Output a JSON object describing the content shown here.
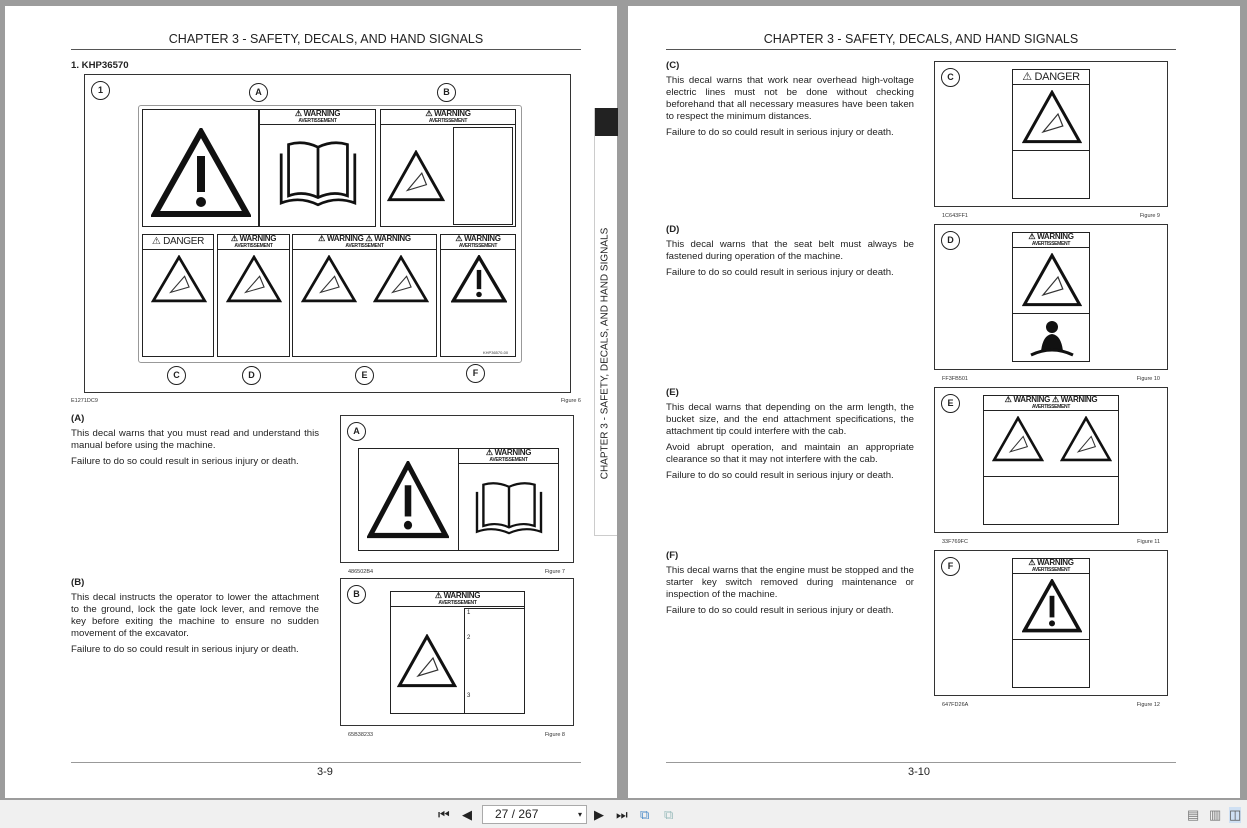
{
  "viewer": {
    "page_indicator": "27 / 267",
    "icons": [
      "first-page-icon",
      "prev-page-icon",
      "next-page-icon",
      "last-page-icon",
      "fit-page-icon",
      "fit-width-icon",
      "single-page-icon",
      "continuous-icon",
      "two-page-icon"
    ]
  },
  "left_page": {
    "header": "CHAPTER 3 - SAFETY, DECALS, AND HAND SIGNALS",
    "section_title": "1. KHP36570",
    "figure_main": {
      "code": "E1271DC9",
      "label": "Figure 6",
      "callouts": [
        "1",
        "A",
        "B",
        "C",
        "D",
        "E",
        "F"
      ],
      "decal_code": "KHP36570-00"
    },
    "items": [
      {
        "title": "(A)",
        "paragraphs": [
          "This decal warns that you must read and understand this manual before using the machine.",
          "Failure to do so could result in serious injury or death."
        ],
        "code": "486502B4",
        "figure": "Figure 7",
        "callout": "A"
      },
      {
        "title": "(B)",
        "paragraphs": [
          "This decal instructs the operator to lower the attachment to the ground, lock the gate lock lever, and remove the key before exiting the machine to ensure no sudden movement of the excavator.",
          "Failure to do so could result in serious injury or death."
        ],
        "code": "65B38233",
        "figure": "Figure 8",
        "callout": "B"
      }
    ],
    "page_number": "3-9",
    "side_tab": "CHAPTER 3 - SAFETY, DECALS, AND HAND SIGNALS"
  },
  "right_page": {
    "header": "CHAPTER 3 - SAFETY, DECALS, AND HAND SIGNALS",
    "items": [
      {
        "title": "(C)",
        "paragraphs": [
          "This decal warns that work near overhead high-voltage electric lines must not be done without checking beforehand that all necessary measures have been taken to respect the minimum distances.",
          "Failure to do so could result in serious injury or death."
        ],
        "code": "1C643FF1",
        "figure": "Figure 9",
        "callout": "C"
      },
      {
        "title": "(D)",
        "paragraphs": [
          "This decal warns that the seat belt must always be fastened during operation of the machine.",
          "Failure to do so could result in serious injury or death."
        ],
        "code": "FF3FB501",
        "figure": "Figure 10",
        "callout": "D"
      },
      {
        "title": "(E)",
        "paragraphs": [
          "This decal warns that depending on the arm length, the bucket size, and the end attachment specifications, the attachment tip could interfere with the cab.",
          "Avoid abrupt operation, and maintain an appropriate clearance so that it may not interfere with the cab.",
          "Failure to do so could result in serious injury or death."
        ],
        "code": "33F769FC",
        "figure": "Figure 11",
        "callout": "E"
      },
      {
        "title": "(F)",
        "paragraphs": [
          "This decal warns that the engine must be stopped and the starter key switch removed during maintenance or inspection of the machine.",
          "Failure to do so could result in serious injury or death."
        ],
        "code": "647FD26A",
        "figure": "Figure 12",
        "callout": "F"
      }
    ],
    "page_number": "3-10"
  },
  "decal_text": {
    "warning": "WARNING",
    "warning_fr": "AVERTISSEMENT",
    "danger": "DANGER",
    "steps": [
      "1",
      "2",
      "3"
    ]
  }
}
